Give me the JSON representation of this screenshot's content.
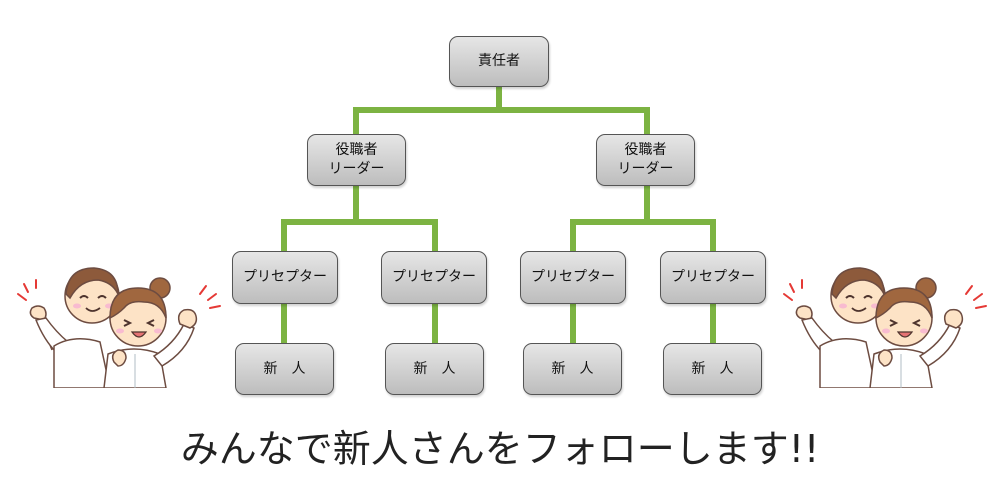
{
  "org_chart": {
    "top": {
      "label": "責任者"
    },
    "leaders": [
      {
        "line1": "役職者",
        "line2": "リーダー"
      },
      {
        "line1": "役職者",
        "line2": "リーダー"
      }
    ],
    "preceptors": [
      {
        "label": "プリセプター"
      },
      {
        "label": "プリセプター"
      },
      {
        "label": "プリセプター"
      },
      {
        "label": "プリセプター"
      }
    ],
    "newbies": [
      {
        "label": "新人"
      },
      {
        "label": "新人"
      },
      {
        "label": "新人"
      },
      {
        "label": "新人"
      }
    ]
  },
  "slogan": "みんなで新人さんをフォローします!!",
  "colors": {
    "connector": "#7cb342",
    "box_border": "#555555",
    "box_fill_top": "#e6e6e6",
    "box_fill_bottom": "#bdbdbd",
    "text": "#222222"
  }
}
